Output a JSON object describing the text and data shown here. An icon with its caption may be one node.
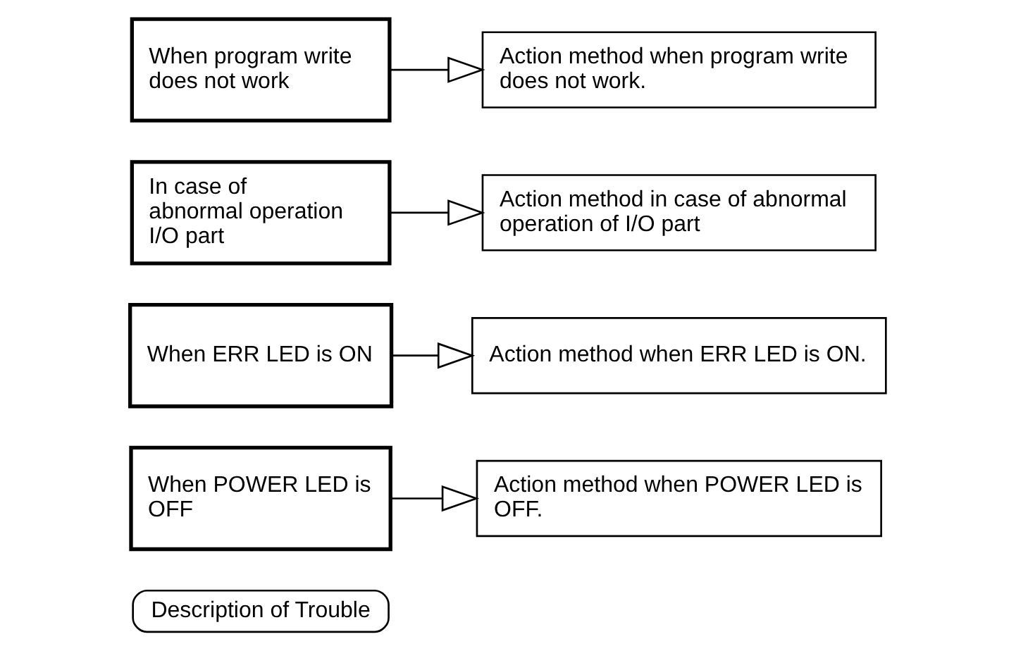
{
  "diagram": {
    "nodes": [
      {
        "text": [
          "Description of Trouble"
        ]
      },
      {
        "text": [
          "When POWER LED is OFF"
        ]
      },
      {
        "text": [
          "Action method when POWER LED is OFF."
        ]
      },
      {
        "text": [
          "When ERR LED is ON"
        ]
      },
      {
        "text": [
          "Action method when ERR LED is ON."
        ]
      },
      {
        "text": [
          "In case of abnormal operation I/O part"
        ]
      },
      {
        "text": [
          "Action method in case of abnormal operation of I/O part"
        ]
      },
      {
        "text": [
          "When program write does not work"
        ]
      },
      {
        "text": [
          "Action method when program write does not work."
        ]
      }
    ],
    "edges": [
      {
        "from": 1,
        "to": 2,
        "arrow": "to"
      },
      {
        "from": 3,
        "to": 4,
        "arrow": "to"
      },
      {
        "from": 5,
        "to": 6,
        "arrow": "to"
      },
      {
        "from": 7,
        "to": 8,
        "arrow": "to"
      }
    ]
  }
}
